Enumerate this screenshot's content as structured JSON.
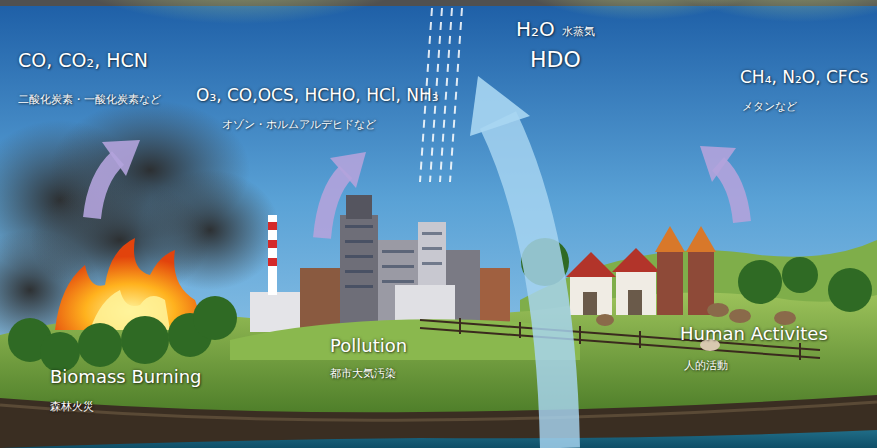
{
  "diagram": {
    "labels": [
      "CO, CO₂, HCN",
      "二酸化炭素・一酸化炭素など",
      "O₃, CO,OCS, HCHO, HCl, NH₃",
      "オゾン・ホルムアルデヒドなど",
      "H₂O",
      "水蒸気",
      "HDO",
      "CH₄, N₂O, CFCs",
      "メタンなど",
      "Pollution",
      "都市大気汚染",
      "Human Activites",
      "人的活動",
      "Biomass Burning",
      "森林火災"
    ]
  }
}
